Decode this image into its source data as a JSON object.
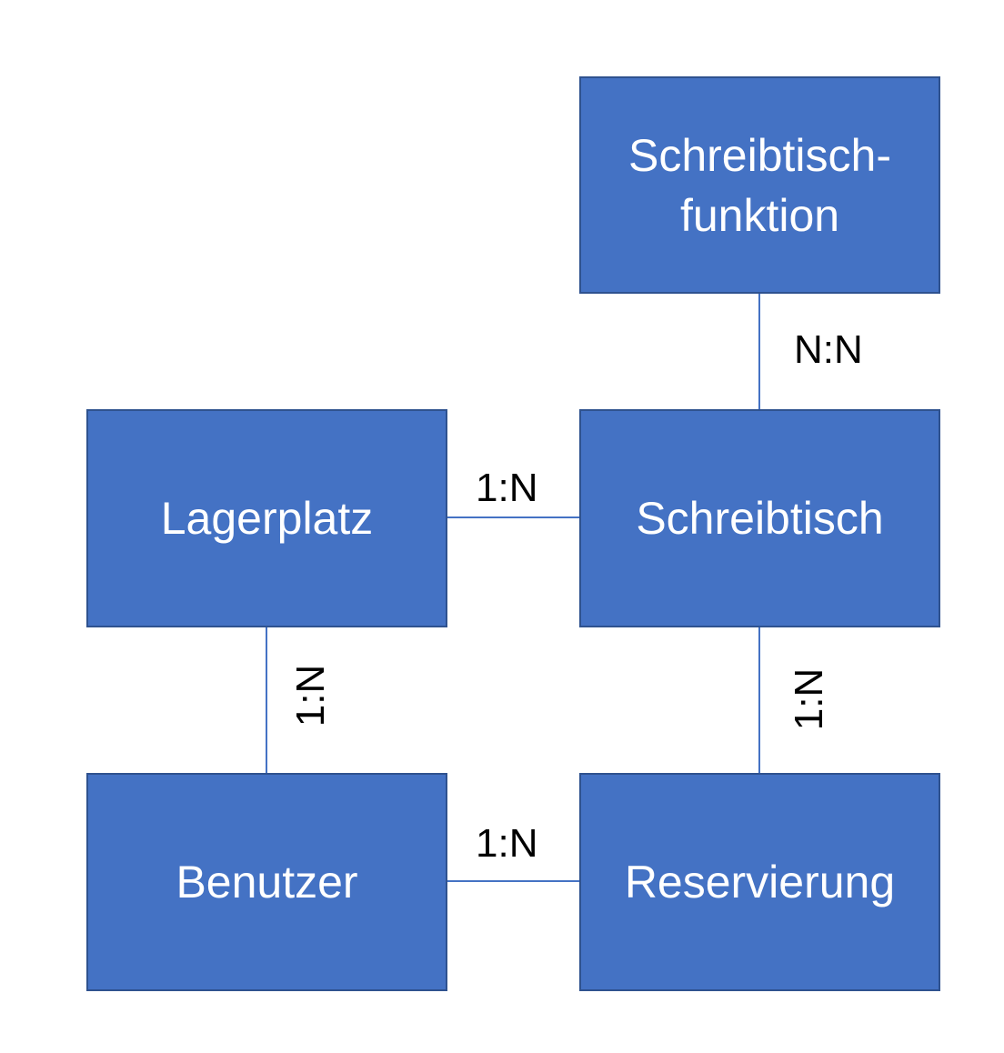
{
  "colors": {
    "entity_fill": "#4472C4",
    "entity_border": "#2F528F",
    "entity_text": "#FFFFFF",
    "connector": "#4472C4",
    "label_text": "#000000",
    "background": "#FFFFFF"
  },
  "entities": {
    "schreibtischfunktion": {
      "line1": "Schreibtisch-",
      "line2": "funktion"
    },
    "lagerplatz": {
      "label": "Lagerplatz"
    },
    "schreibtisch": {
      "label": "Schreibtisch"
    },
    "benutzer": {
      "label": "Benutzer"
    },
    "reservierung": {
      "label": "Reservierung"
    }
  },
  "relationships": {
    "schreibtischfunktion_schreibtisch": {
      "cardinality": "N:N"
    },
    "lagerplatz_schreibtisch": {
      "cardinality": "1:N"
    },
    "lagerplatz_benutzer": {
      "cardinality": "1:N"
    },
    "schreibtisch_reservierung": {
      "cardinality": "1:N"
    },
    "benutzer_reservierung": {
      "cardinality": "1:N"
    }
  }
}
